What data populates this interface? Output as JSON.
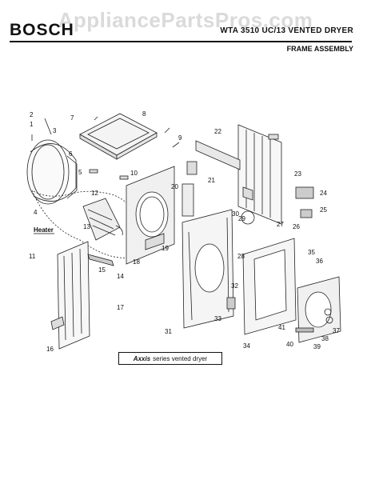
{
  "watermark": "AppliancePartsPros.com",
  "header": {
    "brand": "BOSCH",
    "model_title": "WTA 3510 UC/13 VENTED DRYER",
    "section_title": "FRAME ASSEMBLY"
  },
  "diagram": {
    "heater_label": "Heater",
    "series_note_bold": "Axxis",
    "series_note_rest": "series vented dryer",
    "callouts": [
      "1",
      "2",
      "3",
      "4",
      "5",
      "6",
      "7",
      "8",
      "9",
      "10",
      "11",
      "12",
      "13",
      "14",
      "15",
      "16",
      "17",
      "18",
      "19",
      "20",
      "21",
      "22",
      "23",
      "24",
      "25",
      "26",
      "27",
      "28",
      "29",
      "30",
      "31",
      "32",
      "33",
      "34",
      "35",
      "36",
      "37",
      "38",
      "39",
      "40",
      "41"
    ]
  }
}
